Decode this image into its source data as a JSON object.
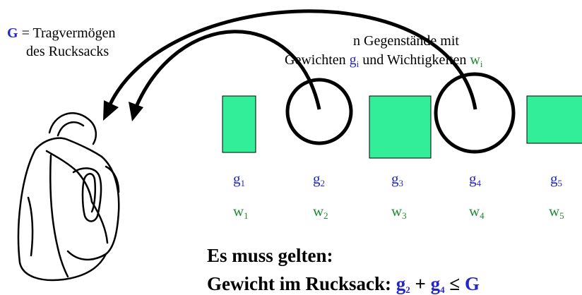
{
  "capacity": {
    "symbol": "G",
    "equals_text": " = Tragvermögen",
    "line2": "des Rucksacks"
  },
  "items_header": {
    "line1": "n Gegenstände mit",
    "line2_prefix": "Gewichten ",
    "weight_symbol": "g",
    "weight_sub": "i",
    "line2_mid": " und Wichtigkeiten ",
    "value_symbol": "w",
    "value_sub": "i"
  },
  "items": [
    {
      "g": "g",
      "g_sub": "1",
      "w": "w",
      "w_sub": "1",
      "shape": "rect"
    },
    {
      "g": "g",
      "g_sub": "2",
      "w": "w",
      "w_sub": "2",
      "shape": "circle"
    },
    {
      "g": "g",
      "g_sub": "3",
      "w": "w",
      "w_sub": "3",
      "shape": "rect"
    },
    {
      "g": "g",
      "g_sub": "4",
      "w": "w",
      "w_sub": "4",
      "shape": "circle"
    },
    {
      "g": "g",
      "g_sub": "5",
      "w": "w",
      "w_sub": "5",
      "shape": "rect"
    }
  ],
  "condition": {
    "heading": "Es muss gelten:",
    "line2_prefix": "Gewicht im Rucksack:  ",
    "term1_symbol": "g",
    "term1_sub": "2",
    "plus": " + ",
    "term2_symbol": "g",
    "term2_sub": "4",
    "relation": " ≤ ",
    "capacity_symbol": "G"
  },
  "colors": {
    "item_fill": "#33ee99",
    "weight_label": "#2626c8",
    "value_label": "#1f8a2e",
    "capacity_symbol": "#2626c8"
  }
}
